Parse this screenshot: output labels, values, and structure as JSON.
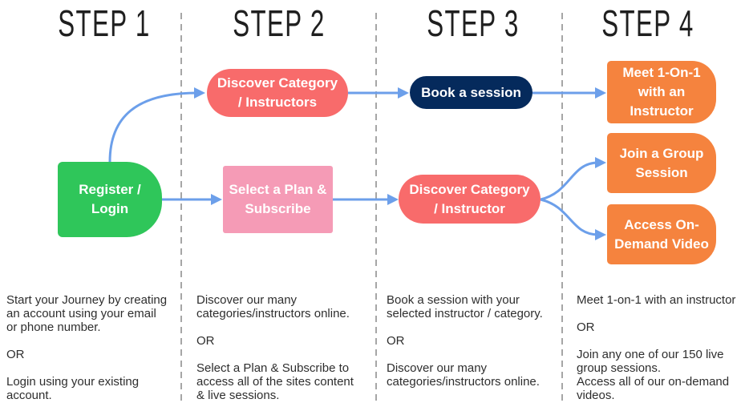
{
  "steps": [
    {
      "title": "STEP 1",
      "description": "Start your Journey by creating\nan account using your email\nor phone number.\n\nOR\n\nLogin using your existing\naccount."
    },
    {
      "title": "STEP 2",
      "description": "Discover our many\ncategories/instructors online.\n\nOR\n\nSelect a Plan & Subscribe to\naccess all of the sites content\n& live sessions."
    },
    {
      "title": "STEP 3",
      "description": "Book a session with your\nselected instructor / category.\n\nOR\n\nDiscover our many\ncategories/instructors online."
    },
    {
      "title": "STEP 4",
      "description": "Meet 1-on-1 with an instructor\n\nOR\n\nJoin any one of our 150 live\ngroup sessions.\nAccess all of our on-demand\nvideos."
    }
  ],
  "nodes": {
    "register": {
      "label": "Register /\nLogin",
      "color": "#2fc65a"
    },
    "discover_top": {
      "label": "Discover Category\n/ Instructors",
      "color": "#f86b6b"
    },
    "select_plan": {
      "label": "Select a Plan &\nSubscribe",
      "color": "#f59bb6"
    },
    "book_session": {
      "label": "Book a session",
      "color": "#052a5c"
    },
    "discover_bottom": {
      "label": "Discover Category\n/ Instructor",
      "color": "#f86b6b"
    },
    "meet_1on1": {
      "label": "Meet 1-On-1\nwith an\nInstructor",
      "color": "#f5833e"
    },
    "join_group": {
      "label": "Join a Group\nSession",
      "color": "#f5833e"
    },
    "on_demand": {
      "label": "Access On-\nDemand Video",
      "color": "#f5833e"
    }
  },
  "colors": {
    "arrow": "#6c9fea",
    "divider": "#a6a6a6",
    "title": "#1f1f1f",
    "text": "#2e2e2e",
    "node_text": "#ffffff"
  }
}
